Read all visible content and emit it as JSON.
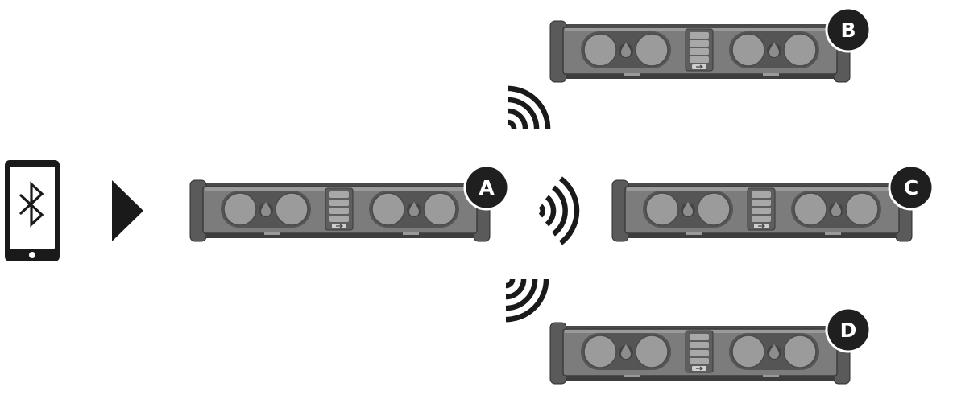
{
  "speakers": [
    {
      "id": "A",
      "label": "A"
    },
    {
      "id": "B",
      "label": "B"
    },
    {
      "id": "C",
      "label": "C"
    },
    {
      "id": "D",
      "label": "D"
    }
  ],
  "icons": {
    "source": "smartphone-icon",
    "source_symbol": "bluetooth-icon",
    "arrow": "play-arrow-icon",
    "signal": "wireless-signal-icon"
  },
  "colors": {
    "speaker_body": "#5c5c5c",
    "speaker_face": "#8a8a8a",
    "speaker_dark": "#3a3a3a",
    "badge": "#1f1f1f",
    "ink": "#1a1a1a"
  }
}
